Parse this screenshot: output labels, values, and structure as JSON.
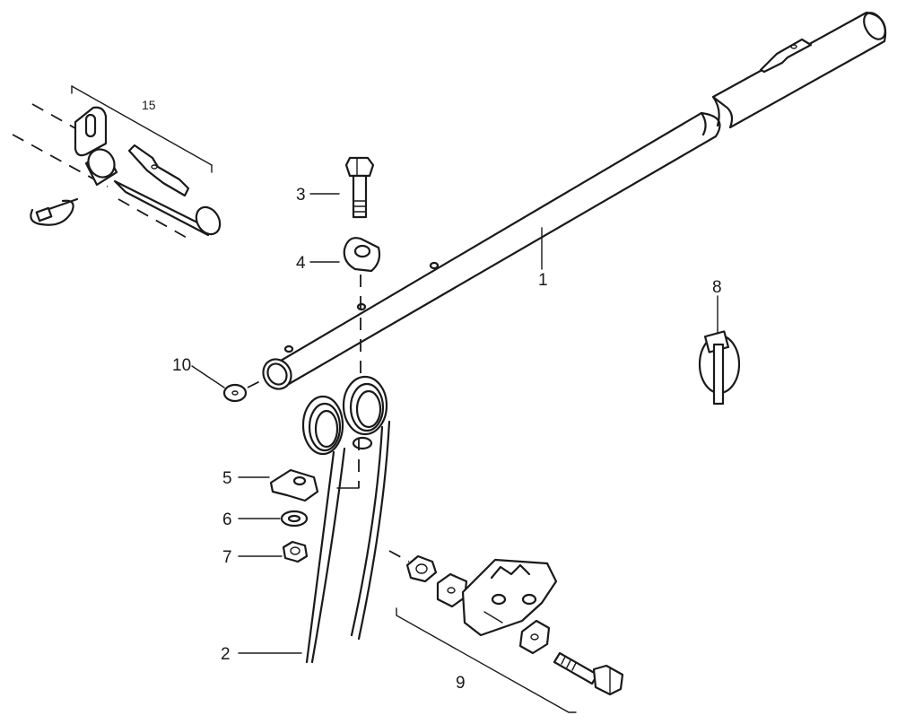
{
  "callouts": {
    "c1": "1",
    "c2": "2",
    "c3": "3",
    "c4": "4",
    "c5": "5",
    "c6": "6",
    "c7": "7",
    "c8": "8",
    "c9": "9",
    "c10": "10",
    "c15": "15"
  }
}
